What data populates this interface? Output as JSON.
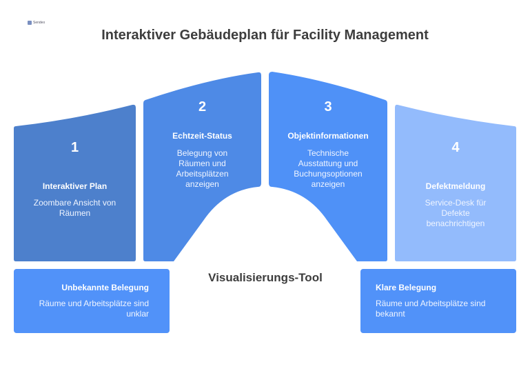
{
  "logo": {
    "text": "Sendeo"
  },
  "title": "Interaktiver Gebäudeplan für Facility Management",
  "center_label": "Visualisierungs-Tool",
  "colors": {
    "col1": "#4d80cc",
    "col2": "#4e8ae6",
    "col3": "#4f91f7",
    "col4": "#93bbfc",
    "boxes": "#5192f9"
  },
  "columns": [
    {
      "number": "1",
      "heading": "Interaktiver Plan",
      "text": "Zoombare Ansicht von Räumen"
    },
    {
      "number": "2",
      "heading": "Echtzeit-Status",
      "text": "Belegung von Räumen und Arbeitsplätzen anzeigen"
    },
    {
      "number": "3",
      "heading": "Objektinformationen",
      "text": "Technische Ausstattung und Buchungsoptionen anzeigen"
    },
    {
      "number": "4",
      "heading": "Defektmeldung",
      "text": "Service-Desk für Defekte benachrichtigen"
    }
  ],
  "boxes": [
    {
      "heading": "Unbekannte Belegung",
      "text": "Räume und Arbeitsplätze sind unklar"
    },
    {
      "heading": "Klare Belegung",
      "text": "Räume und Arbeitsplätze sind bekannt"
    }
  ]
}
